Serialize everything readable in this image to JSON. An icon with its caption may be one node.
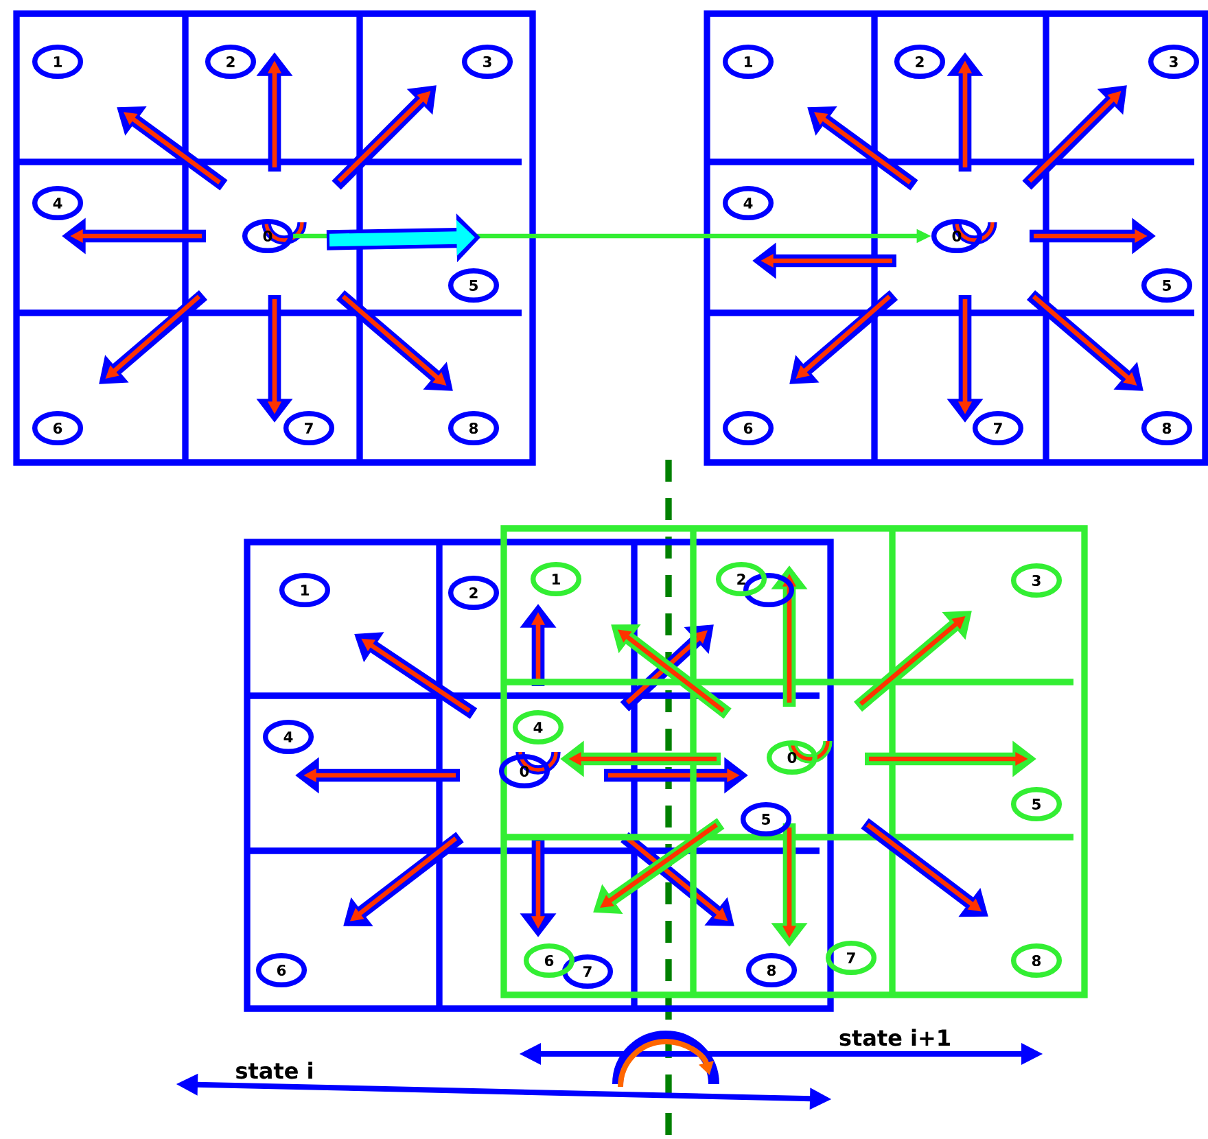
{
  "diagram": {
    "nodes": [
      {
        "text": [
          "1"
        ]
      },
      {
        "text": [
          "2"
        ]
      },
      {
        "text": [
          "3"
        ]
      },
      {
        "text": [
          "4"
        ]
      },
      {
        "text": [
          "0"
        ]
      },
      {
        "text": [
          "5"
        ]
      },
      {
        "text": [
          "6"
        ]
      },
      {
        "text": [
          "7"
        ]
      },
      {
        "text": [
          "8"
        ]
      },
      {
        "text": [
          "1"
        ]
      },
      {
        "text": [
          "2"
        ]
      },
      {
        "text": [
          "3"
        ]
      },
      {
        "text": [
          "4"
        ]
      },
      {
        "text": [
          "0"
        ]
      },
      {
        "text": [
          "5"
        ]
      },
      {
        "text": [
          "6"
        ]
      },
      {
        "text": [
          "7"
        ]
      },
      {
        "text": [
          "8"
        ]
      },
      {
        "text": [
          "1"
        ]
      },
      {
        "text": [
          "2"
        ]
      },
      {
        "text": [],
        "shape": "circle"
      },
      {
        "text": [
          "4"
        ]
      },
      {
        "text": [
          "0"
        ]
      },
      {
        "text": [
          "5"
        ]
      },
      {
        "text": [
          "6"
        ]
      },
      {
        "text": [
          "7"
        ]
      },
      {
        "text": [
          "8"
        ]
      },
      {
        "text": [
          "1"
        ]
      },
      {
        "text": [
          "2"
        ]
      },
      {
        "text": [
          "3"
        ]
      },
      {
        "text": [
          "4"
        ]
      },
      {
        "text": [
          "0"
        ]
      },
      {
        "text": [
          "5"
        ]
      },
      {
        "text": [
          "6"
        ]
      },
      {
        "text": [
          "7"
        ]
      },
      {
        "text": [
          "8"
        ]
      }
    ],
    "edges": [
      {
        "from": 4,
        "to": 13,
        "arrow": "to",
        "color": "#33ee33"
      }
    ],
    "labels": [
      "state i+1",
      "state i"
    ]
  }
}
